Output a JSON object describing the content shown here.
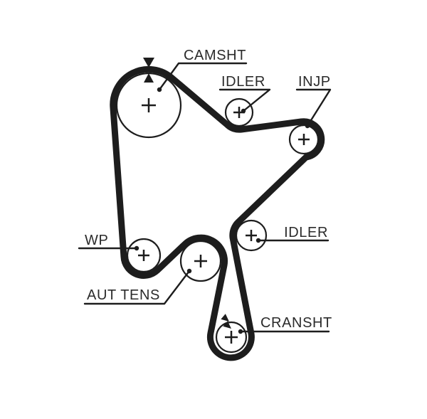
{
  "diagram": {
    "type": "timing-belt-routing-diagram",
    "colors": {
      "background": "#ffffff",
      "line": "#1d1d1d",
      "text": "#2b2b2b"
    },
    "callouts": {
      "camshaft": "CAMSHT",
      "idler_top": "IDLER",
      "injection_pump": "INJP",
      "idler_right": "IDLER",
      "water_pump": "WP",
      "auto_tensioner": "AUT TENS",
      "crankshaft": "CRANSHT"
    },
    "pulleys": [
      {
        "id": "camshaft",
        "label": "CAMSHT",
        "timing_marks": 2
      },
      {
        "id": "idler_top",
        "label": "IDLER",
        "timing_marks": 0
      },
      {
        "id": "injection_pump",
        "label": "INJP",
        "timing_marks": 0
      },
      {
        "id": "idler_right",
        "label": "IDLER",
        "timing_marks": 0
      },
      {
        "id": "water_pump",
        "label": "WP",
        "timing_marks": 0
      },
      {
        "id": "auto_tensioner",
        "label": "AUT TENS",
        "timing_marks": 0
      },
      {
        "id": "crankshaft",
        "label": "CRANSHT",
        "timing_marks": 2
      }
    ]
  }
}
